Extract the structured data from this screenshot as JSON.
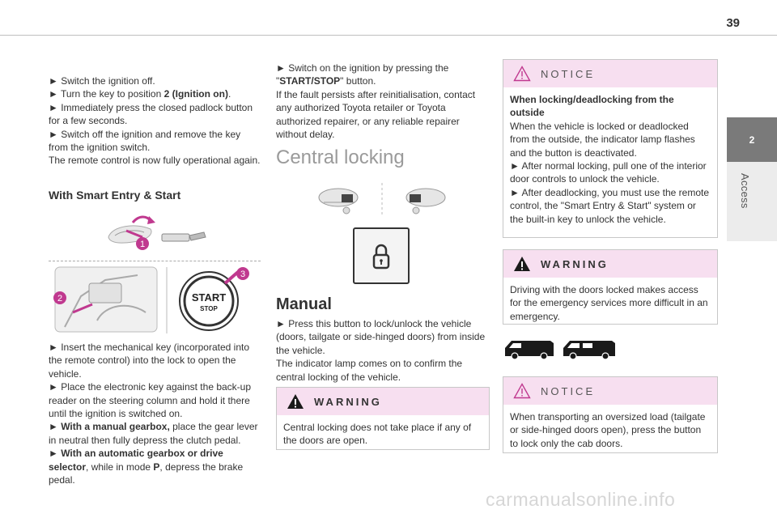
{
  "header": {
    "page_number": "39"
  },
  "side_tab": {
    "number": "2",
    "label": "Access"
  },
  "left": {
    "p1": "► Switch the ignition off.",
    "p2a": "► Turn the key to position ",
    "p2b": "2 (Ignition on)",
    "p2c": ".",
    "p3": "► Immediately press the closed padlock button for a few seconds.",
    "p4": "► Switch off the ignition and remove the key from the ignition switch.",
    "p5": "The remote control is now fully operational again.",
    "heading": "With Smart Entry & Start",
    "callout_1": "1",
    "callout_2": "2",
    "callout_3": "3",
    "button_line1": "START",
    "button_line2": "STOP",
    "p6": "► Insert the mechanical key (incorporated into the remote control) into the lock to open the vehicle.",
    "p7": "► Place the electronic key against the back-up reader on the steering column and hold it there until the ignition is switched on.",
    "p8a": "► With a manual gearbox,",
    "p8b": " place the gear lever in neutral then fully depress the clutch pedal.",
    "p9a": "► With an automatic gearbox or drive selector",
    "p9b": ", while in mode ",
    "p9c": "P",
    "p9d": ", depress the brake pedal."
  },
  "middle": {
    "p1a": "► Switch on the ignition by pressing the \"",
    "p1b": "START/STOP",
    "p1c": "\" button.",
    "p2": "If the fault persists after reinitialisation, contact any authorized Toyota retailer or Toyota authorized repairer, or any reliable repairer without delay.",
    "heading": "Central locking",
    "subheading": "Manual",
    "p3": "► Press this button to lock/unlock the vehicle (doors, tailgate or side-hinged doors) from inside the vehicle.",
    "p4": "The indicator lamp comes on to confirm the central locking of the vehicle.",
    "warning_title": "WARNING",
    "warning_text": "Central locking does not take place if any of the doors are open."
  },
  "right": {
    "notice1_title": "NOTICE",
    "notice1_bold": "When locking/deadlocking from the outside",
    "notice1_p1": "When the vehicle is locked or deadlocked from the outside, the indicator lamp flashes and the button is deactivated.",
    "notice1_p2": "► After normal locking, pull one of the interior door controls to unlock the vehicle.",
    "notice1_p3": "► After deadlocking, you must use the remote control, the \"Smart Entry & Start\" system or the built-in key to unlock the vehicle.",
    "warning_title": "WARNING",
    "warning_text": "Driving with the doors locked makes access for the emergency services more difficult in an emergency.",
    "notice2_title": "NOTICE",
    "notice2_text": "When transporting an oversized load (tailgate or side-hinged doors open), press the button to lock only the cab doors."
  },
  "footer": {
    "watermark": "carmanualsonline.info"
  },
  "colors": {
    "notice_header": "#f7dff0",
    "accent_magenta": "#c0398f",
    "side_tab": "#7a7a7a"
  }
}
